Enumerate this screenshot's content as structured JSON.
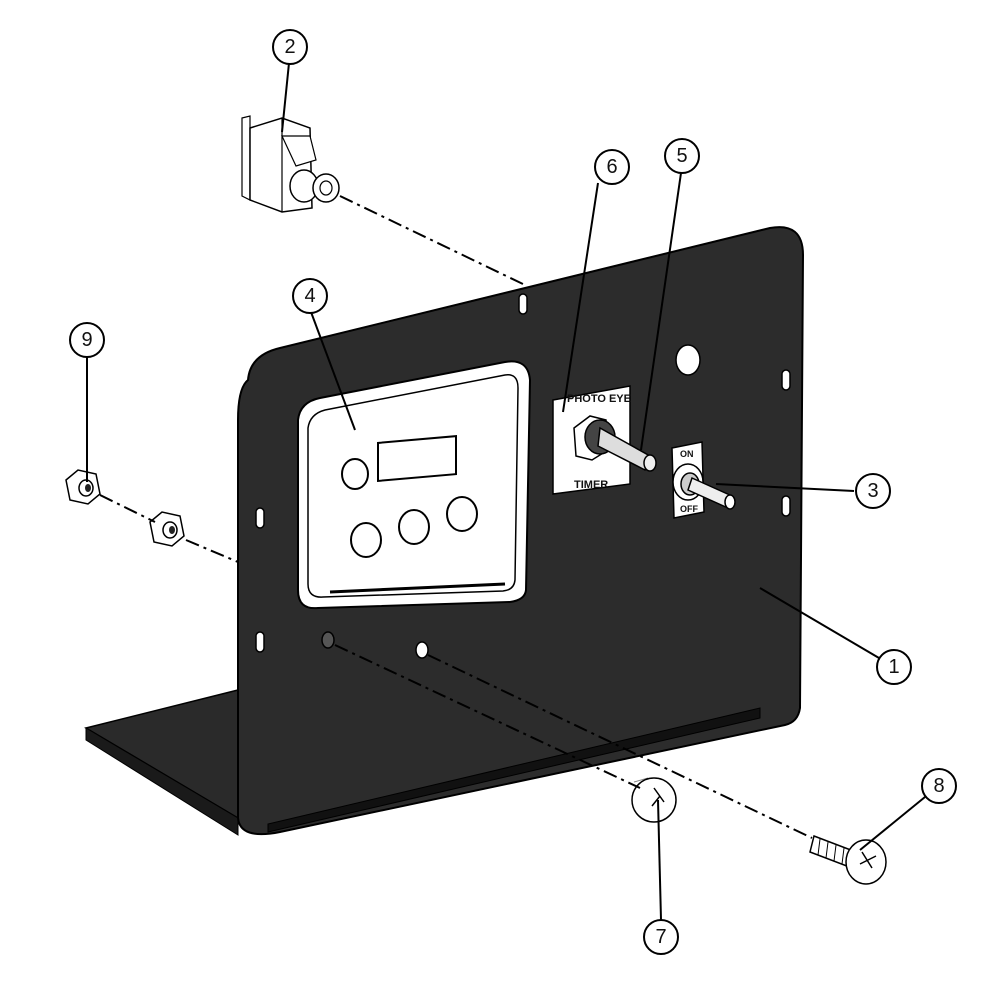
{
  "callouts": [
    {
      "id": "1",
      "label": "1"
    },
    {
      "id": "2",
      "label": "2"
    },
    {
      "id": "3",
      "label": "3"
    },
    {
      "id": "4",
      "label": "4"
    },
    {
      "id": "5",
      "label": "5"
    },
    {
      "id": "6",
      "label": "6"
    },
    {
      "id": "7",
      "label": "7"
    },
    {
      "id": "8",
      "label": "8"
    },
    {
      "id": "9",
      "label": "9"
    }
  ],
  "selector_plate": {
    "top_label": "PHOTO EYE",
    "bottom_label": "TIMER"
  },
  "toggle_plate": {
    "on_label": "ON",
    "off_label": "OFF"
  },
  "colors": {
    "panel": "#2c2c2c",
    "panel_edge": "#111111",
    "outline": "#000000",
    "part_fill": "#ffffff"
  }
}
